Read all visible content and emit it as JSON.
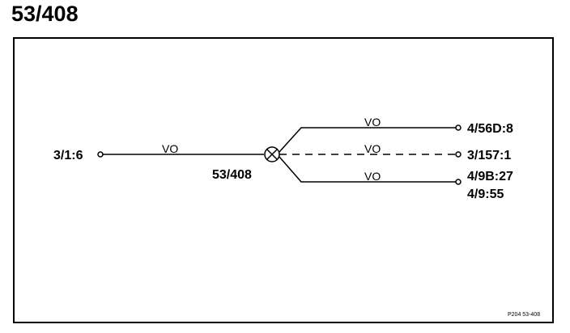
{
  "page": {
    "title": "53/408"
  },
  "splice": {
    "label": "53/408"
  },
  "source": {
    "label": "3/1:6",
    "wire_color": "VO"
  },
  "branches": [
    {
      "label": "4/56D:8",
      "wire_color": "VO",
      "style": "solid"
    },
    {
      "label": "3/157:1",
      "wire_color": "VO",
      "style": "dashed"
    },
    {
      "label": "4/9B:27",
      "label2": "4/9:55",
      "wire_color": "VO",
      "style": "solid"
    }
  ],
  "footer": {
    "reference": "P204 53-408"
  }
}
